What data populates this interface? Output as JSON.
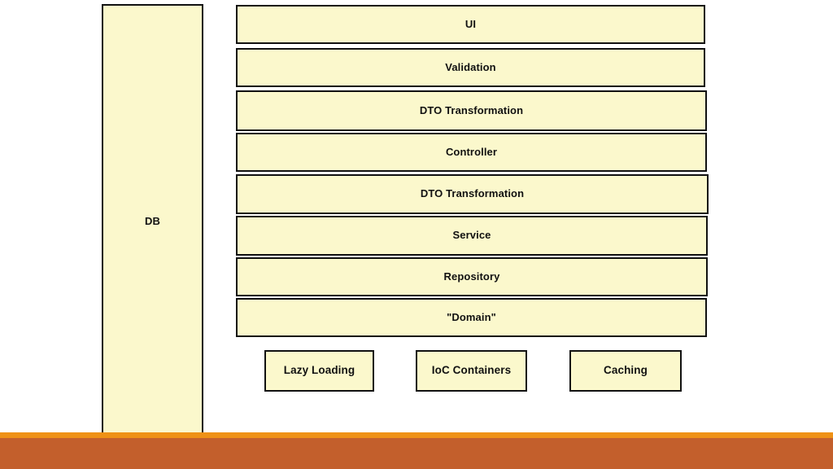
{
  "diagram": {
    "type": "layered-architecture",
    "background_color": "#ffffff",
    "box_fill_color": "#fbf8cc",
    "box_border_color": "#111111",
    "text_color": "#111111",
    "db": {
      "label": "DB"
    },
    "layers": [
      {
        "label": "UI"
      },
      {
        "label": "Validation"
      },
      {
        "label": "DTO Transformation"
      },
      {
        "label": "Controller"
      },
      {
        "label": "DTO Transformation"
      },
      {
        "label": "Service"
      },
      {
        "label": "Repository"
      },
      {
        "label": "\"Domain\""
      }
    ],
    "concerns": [
      {
        "label": "Lazy Loading"
      },
      {
        "label": "IoC Containers"
      },
      {
        "label": "Caching"
      }
    ],
    "footer": {
      "stripe_color": "#ef9116",
      "band_color": "#c35f2c"
    }
  }
}
